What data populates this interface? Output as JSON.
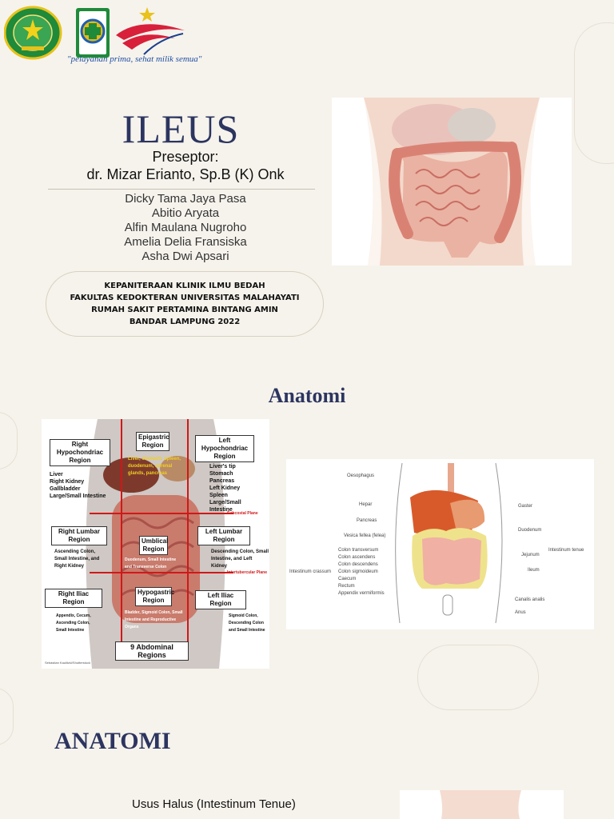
{
  "header": {
    "tagline": "\"pelayanan prima, sehat milik semua\""
  },
  "cover": {
    "title": "ILEUS",
    "preseptor_label": "Preseptor:",
    "preseptor_name": "dr. Mizar Erianto, Sp.B (K) Onk",
    "members": [
      "Dicky Tama Jaya Pasa",
      "Abitio Aryata",
      "Alfin Maulana Nugroho",
      "Amelia Delia Fransiska",
      "Asha Dwi Apsari"
    ],
    "institution": [
      "KEPANITERAAN KLINIK ILMU BEDAH",
      "FAKULTAS KEDOKTERAN UNIVERSITAS MALAHAYATI",
      "RUMAH SAKIT PERTAMINA BINTANG AMIN",
      "BANDAR LAMPUNG 2022"
    ]
  },
  "section1": {
    "heading": "Anatomi",
    "regions_figure": {
      "title": "9 Abdominal Regions",
      "regions": {
        "right_hypochondriac": "Right Hypochondriac Region",
        "epigastric": "Epigastric Region",
        "left_hypochondriac": "Left Hypochondriac Region",
        "right_lumbar": "Right Lumbar Region",
        "umbilical": "Umblical Region",
        "left_lumbar": "Left Lumbar Region",
        "right_iliac": "Right Iliac Region",
        "hypogastric": "Hypogastric Region",
        "left_iliac": "Left Iliac Region"
      },
      "organs": {
        "right_hypochondriac": "Liver\nRight Kidney\nGallbladder\nLarge/Small Intestine",
        "epigastric": "Liver, stomach, spleen, duodenum, adrenal glands, pancreas",
        "left_hypochondriac": "Liver's tip\nStomach\nPancreas\nLeft Kidney\nSpleen\nLarge/Small Intestine",
        "right_lumbar": "Ascending Colon, Small Intestine, and Right Kidney",
        "umbilical": "Duodenum, Small Intestine and Transverse Colon",
        "left_lumbar": "Descending Colon, Small Intestine, and Left Kidney",
        "right_iliac": "Appendix, Cecum, Ascending Colon, Small Intestine",
        "hypogastric": "Bladder, Sigmoid Colon, Small Intestine and Reproductive Organs",
        "left_iliac": "Sigmoid Colon, Descending Colon and Small Intestine"
      },
      "planes": {
        "subcostal": "Subcostal Plane",
        "intertubercular": "Intertubercular Plane"
      },
      "credit": "Sebastian Kaulitzki/Shutterstock"
    },
    "digestive_figure": {
      "left_labels": [
        "Oesophagus",
        "Hepar",
        "Pancreas",
        "Vesica fellea (felea)",
        "Colon transversum",
        "Colon ascendens",
        "Colon descendens",
        "Colon sigmoideum",
        "Caecum",
        "Rectum",
        "Appendix vermiformis"
      ],
      "bracket_label": "Intestinum crassum",
      "right_labels": [
        "Gaster",
        "Duodenum",
        "Jejunum",
        "Ileum",
        "Canalis analis",
        "Anus"
      ],
      "right_bracket_label": "Intestinum tenue"
    }
  },
  "section2": {
    "heading": "ANATOMI",
    "subheading": "Usus Halus (Intestinum Tenue)"
  },
  "colors": {
    "title": "#2c3560",
    "background": "#f6f3ec"
  }
}
